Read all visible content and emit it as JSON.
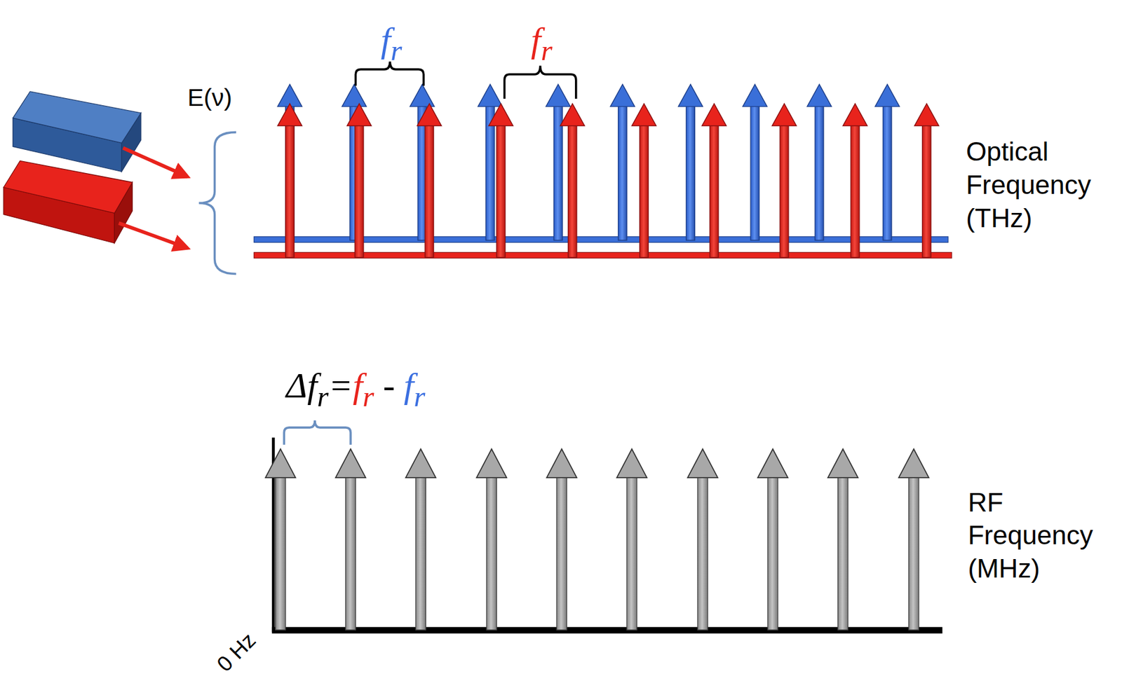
{
  "diagram": {
    "labels": [
      "E(ν)",
      "f",
      "r",
      "f",
      "r",
      "Optical Frequency (THz)",
      "Δf",
      "r",
      "=",
      "f",
      "r",
      "-",
      "f",
      "r",
      "RF Frequency (MHz)",
      "0 Hz"
    ]
  }
}
